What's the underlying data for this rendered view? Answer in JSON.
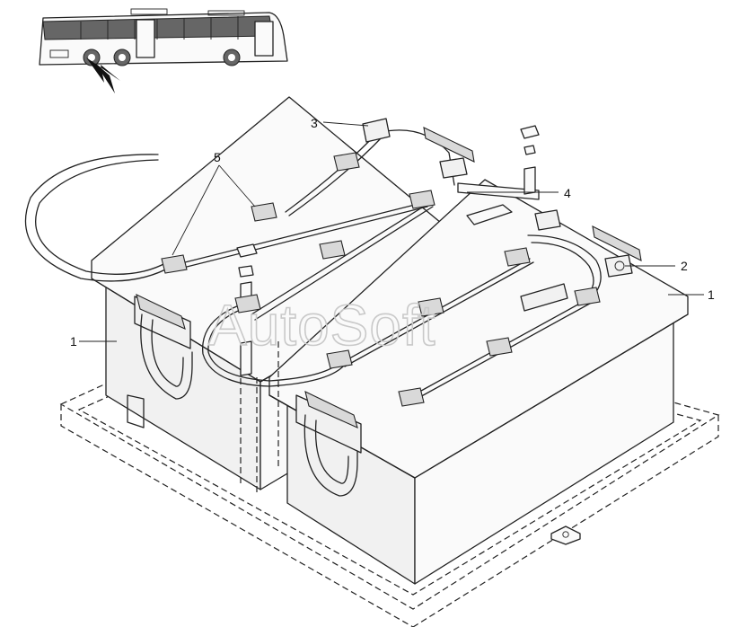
{
  "callouts": [
    {
      "id": "1",
      "text": "1"
    },
    {
      "id": "1b",
      "text": "1"
    },
    {
      "id": "2",
      "text": "2"
    },
    {
      "id": "3",
      "text": "3"
    },
    {
      "id": "4",
      "text": "4"
    },
    {
      "id": "5",
      "text": "5"
    }
  ],
  "watermark": "AutoSoft",
  "colors": {
    "line": "#222222",
    "watermark": "#c9c9c9",
    "background": "#ffffff"
  }
}
